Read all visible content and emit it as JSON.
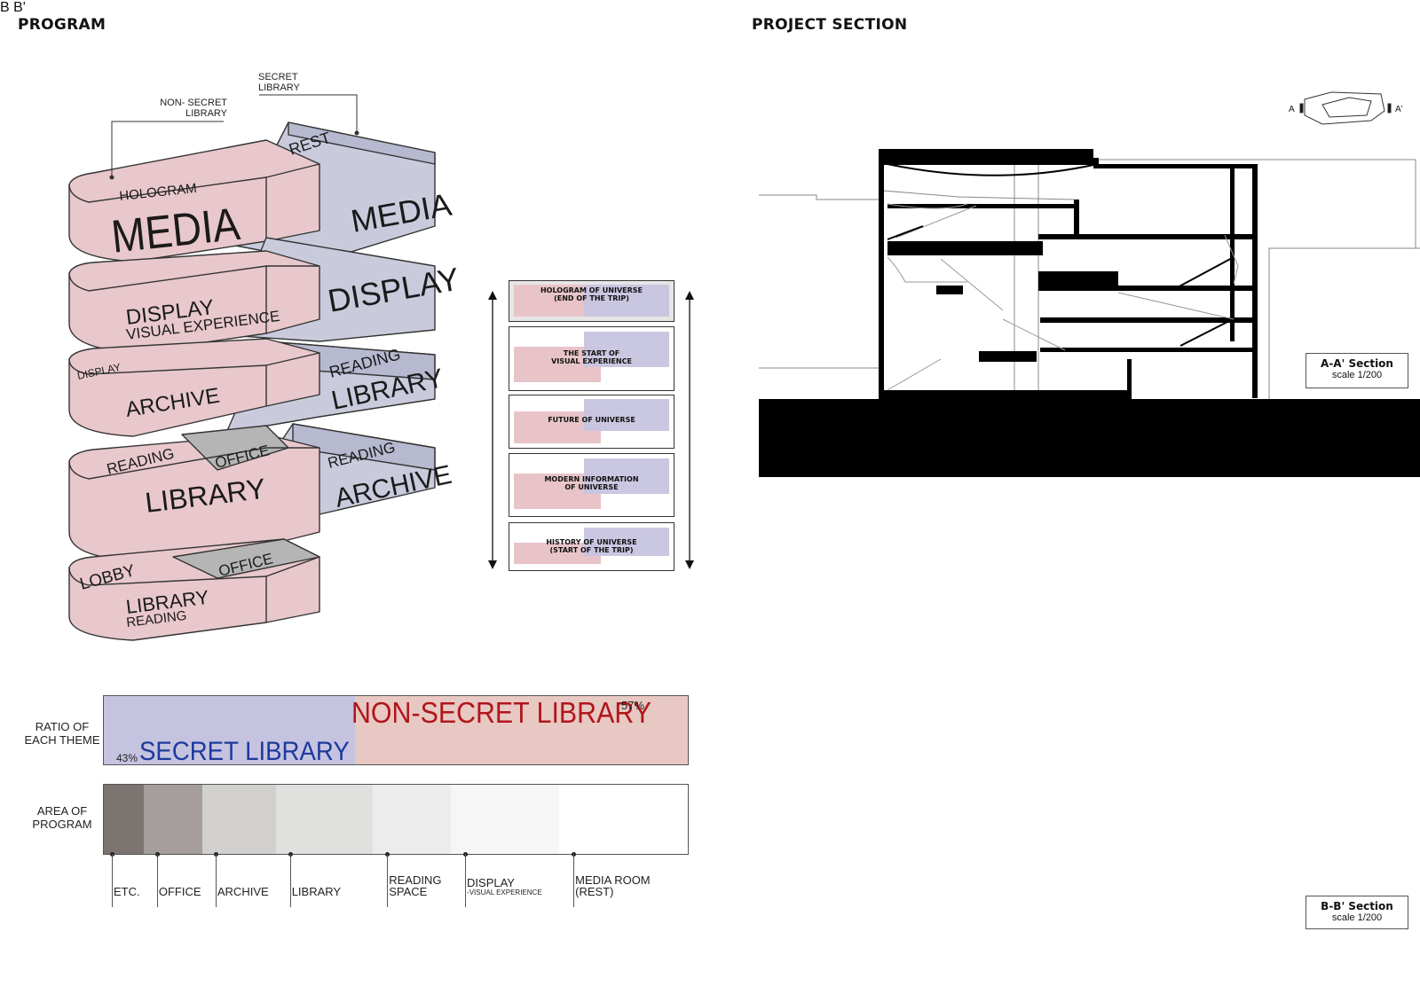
{
  "headings": {
    "program": "PROGRAM",
    "section": "PROJECT SECTION"
  },
  "callouts": {
    "non_secret": "NON- SECRET\nLIBRARY",
    "secret": "SECRET\nLIBRARY"
  },
  "blocks": {
    "l1_small": "HOLOGRAM",
    "l1_pink": "MEDIA",
    "l1_rest": "REST",
    "l1_blue": "MEDIA",
    "l2_pink_a": "DISPLAY",
    "l2_pink_b": "VISUAL EXPERIENCE",
    "l2_blue": "DISPLAY",
    "l3_small": "DISPLAY",
    "l3_pink": "ARCHIVE",
    "l3_blue_a": "READING",
    "l3_blue_b": "LIBRARY",
    "l4_reading": "READING",
    "l4_office": "OFFICE",
    "l4_pink": "LIBRARY",
    "l4_blue_a": "READING",
    "l4_blue_b": "ARCHIVE",
    "l5_lobby": "LOBBY",
    "l5_office": "OFFICE",
    "l5_pink_a": "LIBRARY",
    "l5_pink_b": "READING"
  },
  "stages": [
    {
      "label": "HOLOGRAM OF UNIVERSE\n(END OF THE TRIP)"
    },
    {
      "label": "THE START OF\nVISUAL EXPERIENCE"
    },
    {
      "label": "FUTURE OF UNIVERSE"
    },
    {
      "label": "MODERN INFORMATION\nOF UNIVERSE"
    },
    {
      "label": "HISTORY OF UNIVERSE\n(START OF THE TRIP)"
    }
  ],
  "ratio": {
    "row_label": "RATIO OF\nEACH THEME",
    "secret_label": "SECRET LIBRARY",
    "secret_pct": "43%",
    "secret_value": 43,
    "nonsecret_label": "NON-SECRET LIBRARY",
    "nonsecret_pct": "57%",
    "nonsecret_value": 57,
    "colors": {
      "secret_fill": "#c5c3e0",
      "nonsecret_fill": "#e8c8c2",
      "secret_text": "#1d3a9c",
      "nonsecret_text": "#b0161c"
    }
  },
  "area": {
    "row_label": "AREA OF\nPROGRAM",
    "items": [
      {
        "label": "ETC.",
        "sub": "",
        "color": "#7c7471",
        "share": 6.8
      },
      {
        "label": "OFFICE",
        "sub": "",
        "color": "#a59e9c",
        "share": 10
      },
      {
        "label": "ARCHIVE",
        "sub": "",
        "color": "#d1d0cf",
        "share": 12.7
      },
      {
        "label": "LIBRARY",
        "sub": "",
        "color": "#e0e0df",
        "share": 16.6
      },
      {
        "label": "READING\nSPACE",
        "sub": "",
        "color": "#ececec",
        "share": 13.3
      },
      {
        "label": "DISPLAY",
        "sub": "-VISUAL EXPERIENCE",
        "color": "#f6f6f6",
        "share": 18.5
      },
      {
        "label": "MEDIA ROOM\n(REST)",
        "sub": "",
        "color": "#ffffff",
        "share": 22.1
      }
    ]
  },
  "sections": [
    {
      "title": "A-A' Section",
      "scale": "scale 1/200",
      "key_a": "A",
      "key_b": "A'"
    },
    {
      "title": "B-B' Section",
      "scale": "scale 1/200",
      "key_a": "B",
      "key_b": "B'"
    }
  ]
}
